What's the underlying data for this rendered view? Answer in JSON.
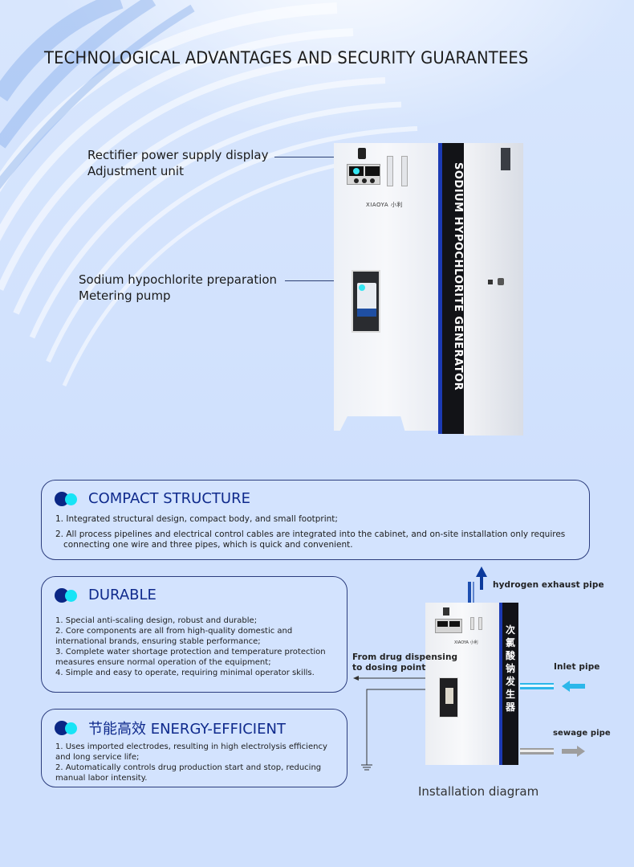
{
  "page": {
    "title": "TECHNOLOGICAL ADVANTAGES AND SECURITY GUARANTEES"
  },
  "product_image": {
    "brand": "XIAOYA 小利",
    "stripe_text": "SODIUM HYPOCHLORITE GENERATOR",
    "callouts": [
      {
        "line1": "Rectifier power supply display",
        "line2": "Adjustment unit"
      },
      {
        "line1": "Sodium hypochlorite preparation",
        "line2": "Metering pump"
      }
    ]
  },
  "features": [
    {
      "title": "COMPACT STRUCTURE",
      "items": [
        "1. Integrated structural design, compact body, and small footprint;",
        "2. All process pipelines and electrical control cables are integrated into the cabinet, and on-site installation only requires",
        "   connecting one wire and three pipes, which is quick and convenient."
      ]
    },
    {
      "title": "DURABLE",
      "items": [
        "1. Special anti-scaling design, robust and durable;",
        "2. Core components are all from high-quality domestic and",
        "international brands, ensuring stable performance;",
        "3. Complete water shortage protection and temperature protection",
        "measures ensure normal operation of the equipment;",
        "4. Simple and easy to operate, requiring minimal operator skills."
      ]
    },
    {
      "title": "节能高效 ENERGY-EFFICIENT",
      "items": [
        "1. Uses imported electrodes, resulting in high electrolysis efficiency",
        "and long service life;",
        "2. Automatically controls drug production start and stop, reducing",
        "manual labor intensity."
      ]
    }
  ],
  "installation_diagram": {
    "caption": "Installation diagram",
    "stripe_text": "次氯酸钠发生器",
    "brand": "XIAOYA 小利",
    "labels": {
      "hydrogen": "hydrogen exhaust pipe",
      "dosing_line1": "From drug dispensing",
      "dosing_line2": "to dosing point",
      "inlet": "Inlet pipe",
      "sewage": "sewage pipe"
    }
  },
  "colors": {
    "background": "#cfe0fd",
    "accent_dark": "#0a2785",
    "accent_cyan": "#17e4f6",
    "heading_blue": "#0f2a8c",
    "border": "#2c3d7e"
  }
}
